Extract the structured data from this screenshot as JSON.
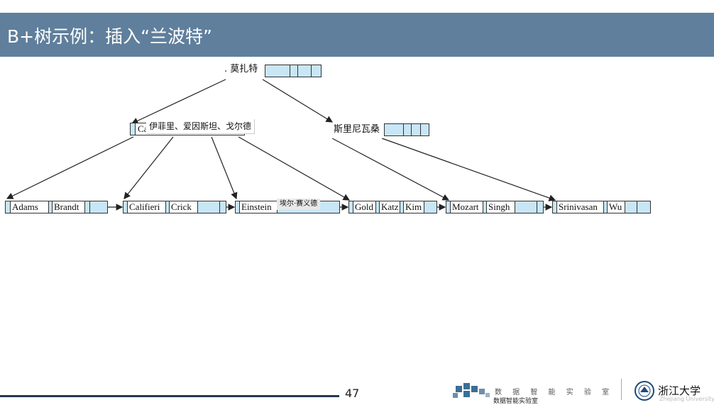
{
  "slide": {
    "title": "B+树示例：插入“兰波特”",
    "page_number": "47"
  },
  "tree": {
    "root": {
      "label": ". 莫扎特"
    },
    "level1": {
      "left": {
        "visible_key": "Ca",
        "label": "伊菲里、爱因斯坦、戈尔德"
      },
      "right": {
        "label": "斯里尼瓦桑"
      }
    },
    "leaves": [
      {
        "keys": [
          "Adams",
          "Brandt"
        ]
      },
      {
        "keys": [
          "Califieri",
          "Crick"
        ]
      },
      {
        "keys": [
          "Einstein"
        ],
        "overlay": "埃尔·赛义德"
      },
      {
        "keys": [
          "Gold",
          "Katz",
          "Kim"
        ]
      },
      {
        "keys": [
          "Mozart",
          "Singh"
        ]
      },
      {
        "keys": [
          "Srinivasan",
          "Wu"
        ]
      }
    ]
  },
  "footer": {
    "lab_name": "数 据 智 能 实 验 室",
    "lab_sub": "数据智能实验室",
    "university": "浙江大学",
    "university_sub": "Zhejiang University"
  },
  "colors": {
    "title_bar": "#5f7f9c",
    "pointer_cell": "#c8e6f5",
    "footer_line": "#26384f"
  }
}
